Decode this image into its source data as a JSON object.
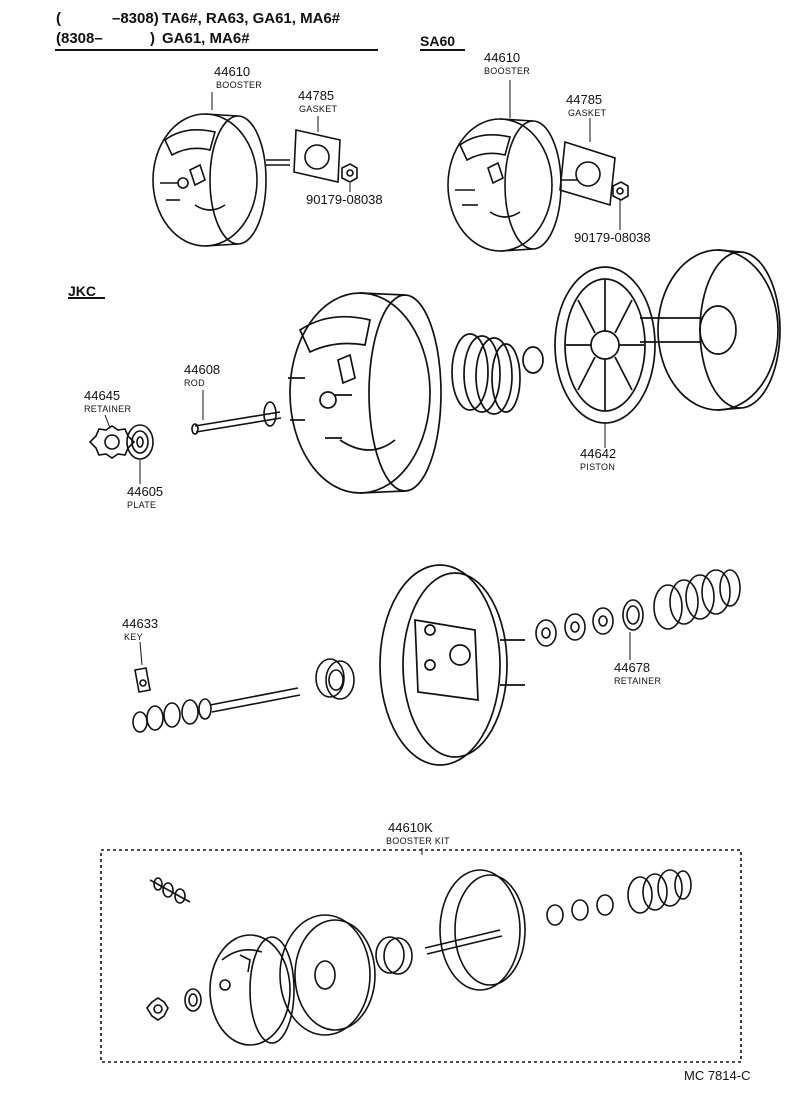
{
  "header": {
    "line1_prefix": "(",
    "line1_range": "–8308)",
    "line1_models": "TA6#, RA63, GA61, MA6#",
    "line2_range": "(8308–",
    "line2_close": ")",
    "line2_models": "GA61, MA6#"
  },
  "sections": {
    "sa60": "SA60",
    "jkc": "JKC"
  },
  "parts": {
    "booster_a": {
      "number": "44610",
      "name": "BOOSTER"
    },
    "gasket_a": {
      "number": "44785",
      "name": "GASKET"
    },
    "nut_a": {
      "number": "90179-08038"
    },
    "booster_b": {
      "number": "44610",
      "name": "BOOSTER"
    },
    "gasket_b": {
      "number": "44785",
      "name": "GASKET"
    },
    "nut_b": {
      "number": "90179-08038"
    },
    "rod": {
      "number": "44608",
      "name": "ROD"
    },
    "retainer_a": {
      "number": "44645",
      "name": "RETAINER"
    },
    "plate": {
      "number": "44605",
      "name": "PLATE"
    },
    "piston": {
      "number": "44642",
      "name": "PISTON"
    },
    "key": {
      "number": "44633",
      "name": "KEY"
    },
    "retainer_b": {
      "number": "44678",
      "name": "RETAINER"
    },
    "kit": {
      "number": "44610K",
      "name": "BOOSTER KIT"
    }
  },
  "footer": {
    "ref": "MC  7814-C"
  }
}
